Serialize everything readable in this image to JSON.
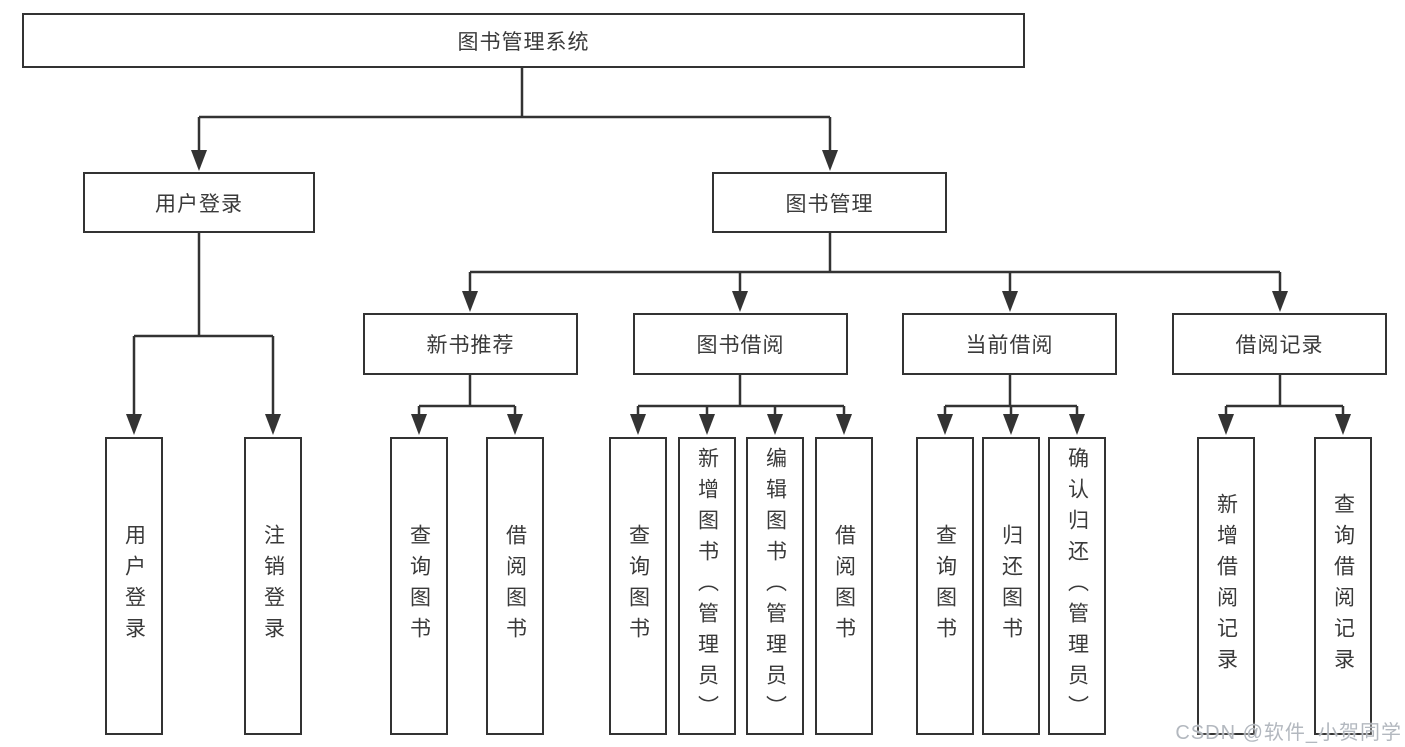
{
  "tree": {
    "root": "图书管理系统",
    "level2": [
      "用户登录",
      "图书管理"
    ],
    "level3": [
      "新书推荐",
      "图书借阅",
      "当前借阅",
      "借阅记录"
    ],
    "leaves": {
      "user_login": [
        "用户登录",
        "注销登录"
      ],
      "new_book_recommend": [
        "查询图书",
        "借阅图书"
      ],
      "book_borrow": [
        "查询图书",
        "新增图书（管理员）",
        "编辑图书（管理员）",
        "借阅图书"
      ],
      "current_borrow": [
        "查询图书",
        "归还图书",
        "确认归还（管理员）"
      ],
      "borrow_records": [
        "新增借阅记录",
        "查询借阅记录"
      ]
    }
  },
  "watermark": "CSDN @软件_小贺同学",
  "colors": {
    "line": "#333333",
    "text": "#3a3a3a",
    "watermark": "#b3b8bf",
    "background": "#ffffff"
  }
}
